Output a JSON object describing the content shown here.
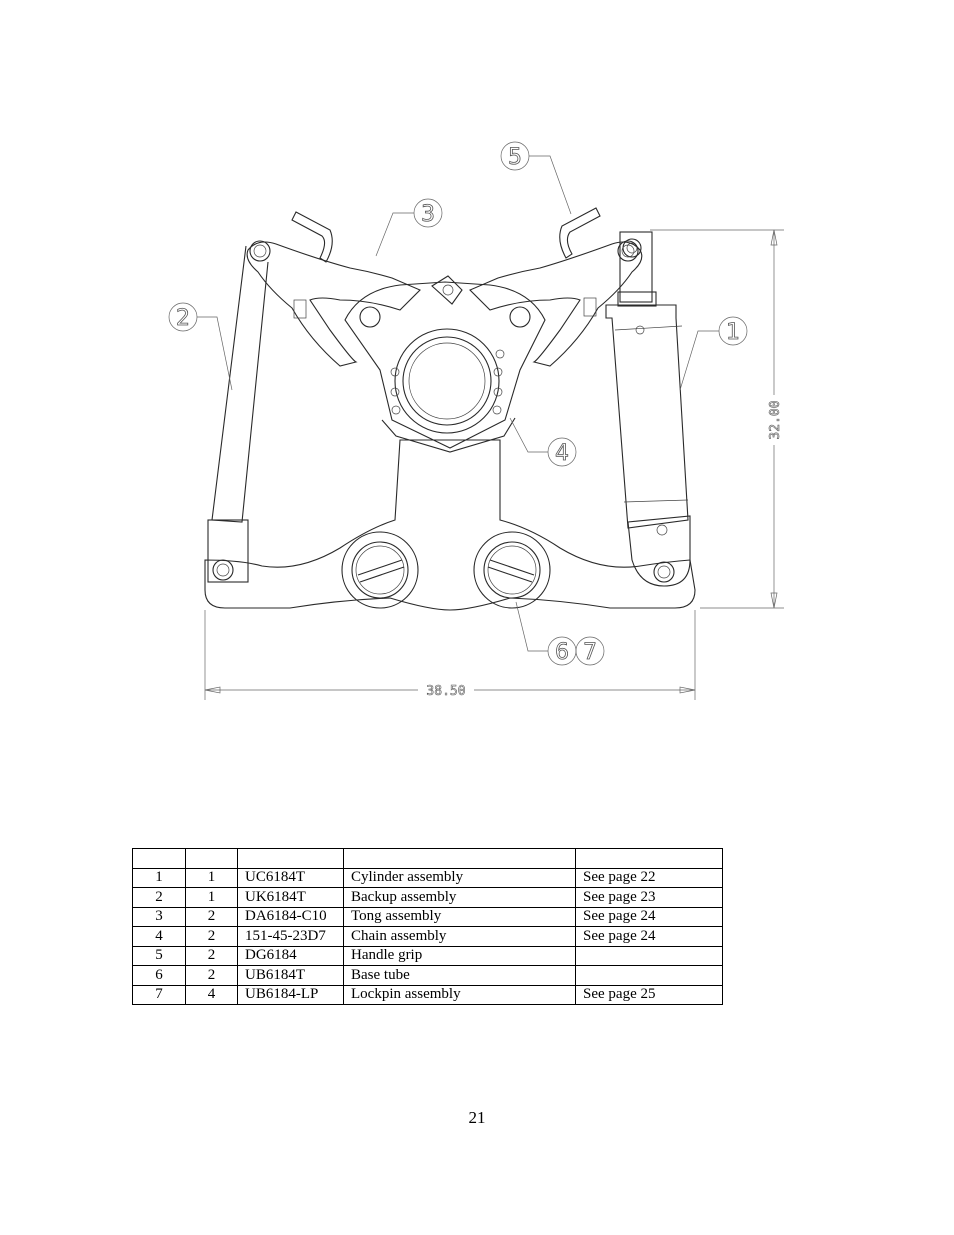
{
  "drawing": {
    "callouts": [
      "1",
      "2",
      "3",
      "4",
      "5",
      "6",
      "7"
    ],
    "dimensions": {
      "width": "38.50",
      "height": "32.00"
    }
  },
  "parts_table": {
    "header": [
      "",
      "",
      "",
      "",
      ""
    ],
    "rows": [
      [
        "1",
        "1",
        "UC6184T",
        "Cylinder assembly",
        "See page 22"
      ],
      [
        "2",
        "1",
        "UK6184T",
        "Backup assembly",
        "See page 23"
      ],
      [
        "3",
        "2",
        "DA6184-C10",
        "Tong assembly",
        "See page 24"
      ],
      [
        "4",
        "2",
        "151-45-23D7",
        "Chain assembly",
        "See page 24"
      ],
      [
        "5",
        "2",
        "DG6184",
        "Handle grip",
        ""
      ],
      [
        "6",
        "2",
        "UB6184T",
        "Base tube",
        ""
      ],
      [
        "7",
        "4",
        "UB6184-LP",
        "Lockpin assembly",
        "See page 25"
      ]
    ]
  },
  "page_number": "21"
}
